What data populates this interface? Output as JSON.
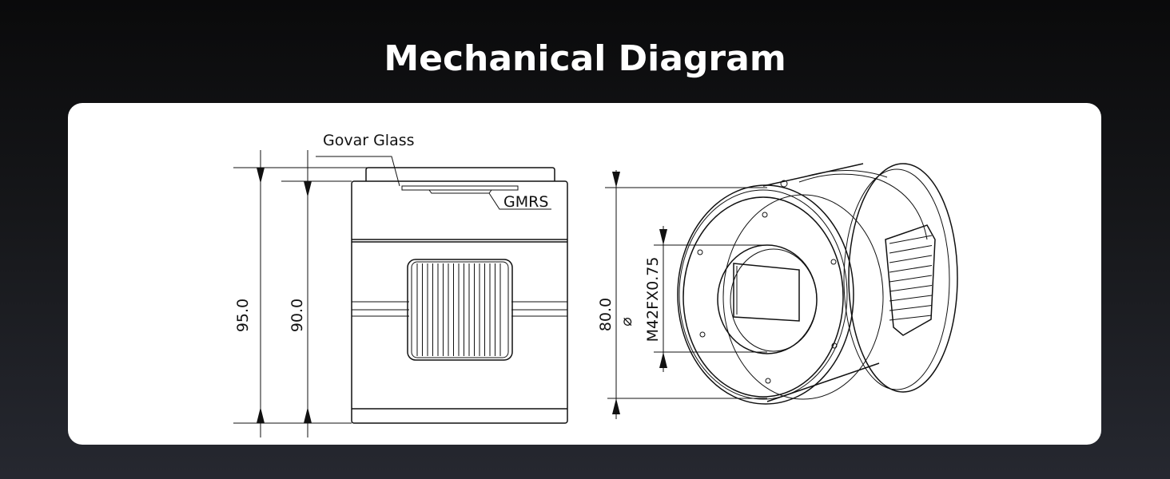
{
  "title": "Mechanical Diagram",
  "side_view": {
    "height_overall": "95.0",
    "height_body": "90.0",
    "label_glass": "Govar Glass",
    "label_gmrs": "GMRS"
  },
  "front_view": {
    "diameter_symbol": "⌀",
    "diameter": "80.0",
    "thread": "M42FX0.75"
  }
}
